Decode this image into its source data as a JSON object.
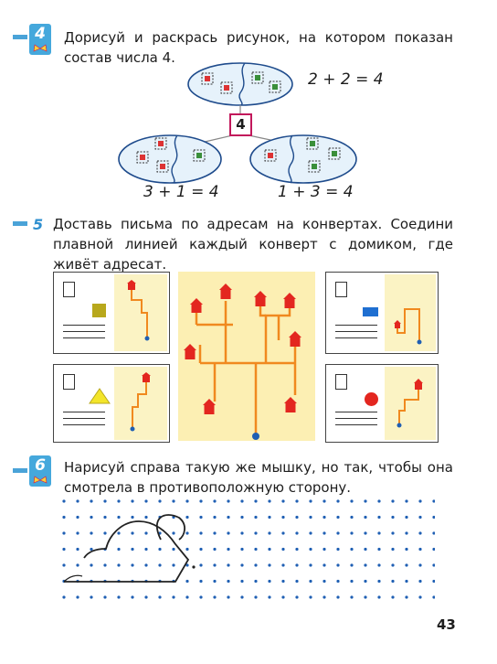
{
  "task4": {
    "number": "4",
    "text": "Дорисуй и раскрась рисунок, на котором показан состав числа 4.",
    "center_number": "4",
    "eq_top": "2 + 2 = 4",
    "eq_left": "3 + 1 = 4",
    "eq_right": "1 + 3 = 4"
  },
  "task5": {
    "number": "5",
    "text": "Доставь письма по адресам на конвертах. Соедини плавной линией каждый конверт с домиком, где живёт адресат."
  },
  "task6": {
    "number": "6",
    "text": "Нарисуй справа такую же мышку, но так, чтобы она смотрела в противоположную сторону."
  },
  "page_number": "43",
  "colors": {
    "accent_blue": "#45a8dc",
    "house_red": "#e3261f",
    "route_orange": "#f0891f",
    "center_yellow": "#fcefb3"
  }
}
